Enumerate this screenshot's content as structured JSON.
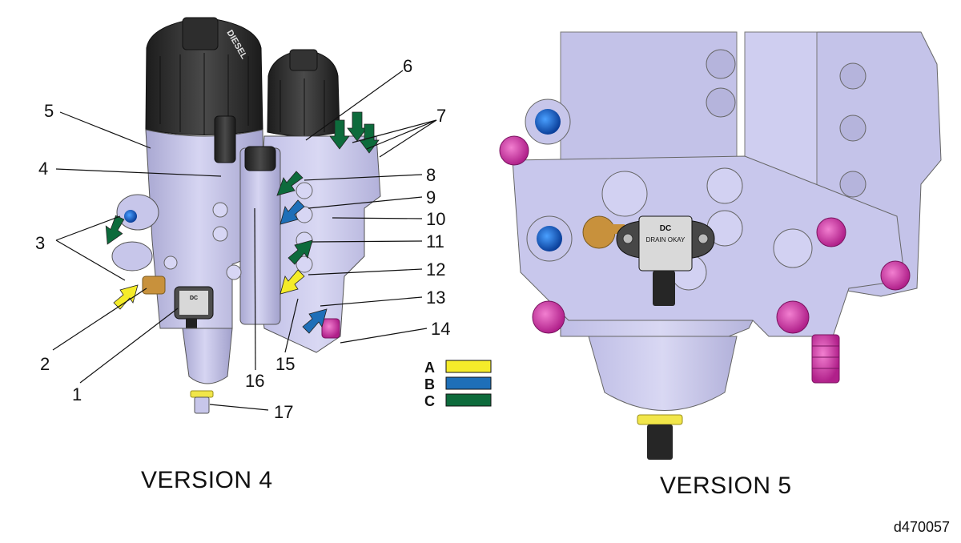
{
  "callouts": [
    "1",
    "2",
    "3",
    "4",
    "5",
    "6",
    "7",
    "8",
    "9",
    "10",
    "11",
    "12",
    "13",
    "14",
    "15",
    "16",
    "17"
  ],
  "legend": [
    {
      "key": "A",
      "color": "#f5ec2a"
    },
    {
      "key": "B",
      "color": "#1e6fb8"
    },
    {
      "key": "C",
      "color": "#0d6b3c"
    }
  ],
  "versions": {
    "left": "VERSION 4",
    "right": "VERSION 5"
  },
  "sensor_label": {
    "brand": "DC",
    "text": "DRAIN OKAY"
  },
  "cap_text": "DIESEL",
  "drawing_id": "d470057",
  "colors": {
    "body": "#c9c8ea",
    "body_dark": "#9c9bc4",
    "cap": "#2a2a2a",
    "port_pink": "#d23fa7",
    "port_blue": "#1f5fbf",
    "tan": "#c8913c",
    "drain_yellow": "#f1e64a"
  }
}
